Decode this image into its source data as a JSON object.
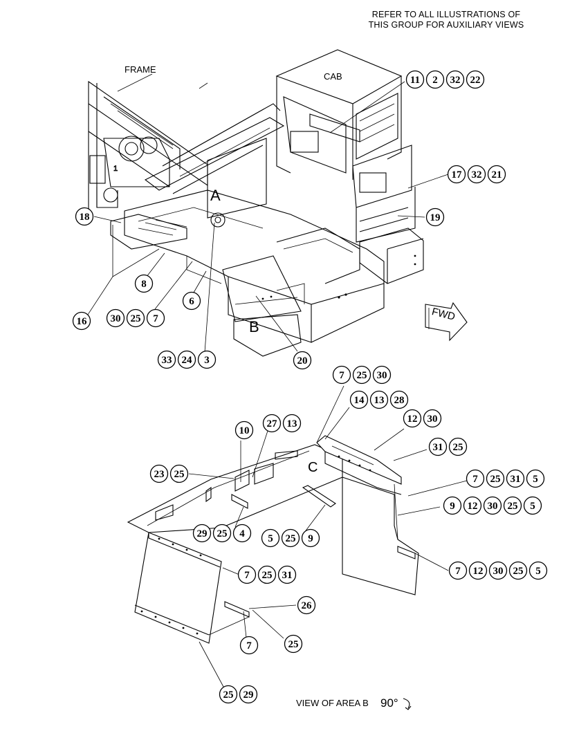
{
  "note": {
    "line1": "REFER TO ALL ILLUSTRATIONS OF",
    "line2": "THIS GROUP FOR AUXILIARY VIEWS"
  },
  "labels": {
    "frame": "FRAME",
    "cab": "CAB",
    "area_a": "A",
    "area_b": "B",
    "area_c": "C",
    "fwd": "FWD",
    "view": "VIEW OF AREA  B",
    "rotation": "90°"
  },
  "callout_groups": [
    [
      "11",
      "2",
      "32",
      "22"
    ],
    [
      "17",
      "32",
      "21"
    ],
    [
      "19"
    ],
    [
      "18"
    ],
    [
      "8"
    ],
    [
      "6"
    ],
    [
      "16"
    ],
    [
      "30",
      "25",
      "7"
    ],
    [
      "33",
      "24",
      "3"
    ],
    [
      "20"
    ],
    [
      "7",
      "25",
      "30"
    ],
    [
      "14",
      "13",
      "28"
    ],
    [
      "12",
      "30"
    ],
    [
      "31",
      "25"
    ],
    [
      "10"
    ],
    [
      "27",
      "13"
    ],
    [
      "23",
      "25"
    ],
    [
      "7",
      "25",
      "31",
      "5"
    ],
    [
      "9",
      "12",
      "30",
      "25",
      "5"
    ],
    [
      "29",
      "25",
      "4"
    ],
    [
      "5",
      "25",
      "9"
    ],
    [
      "7",
      "25",
      "31"
    ],
    [
      "7",
      "12",
      "30",
      "25",
      "5"
    ],
    [
      "26"
    ],
    [
      "7"
    ],
    [
      "25"
    ],
    [
      "25",
      "29"
    ]
  ]
}
